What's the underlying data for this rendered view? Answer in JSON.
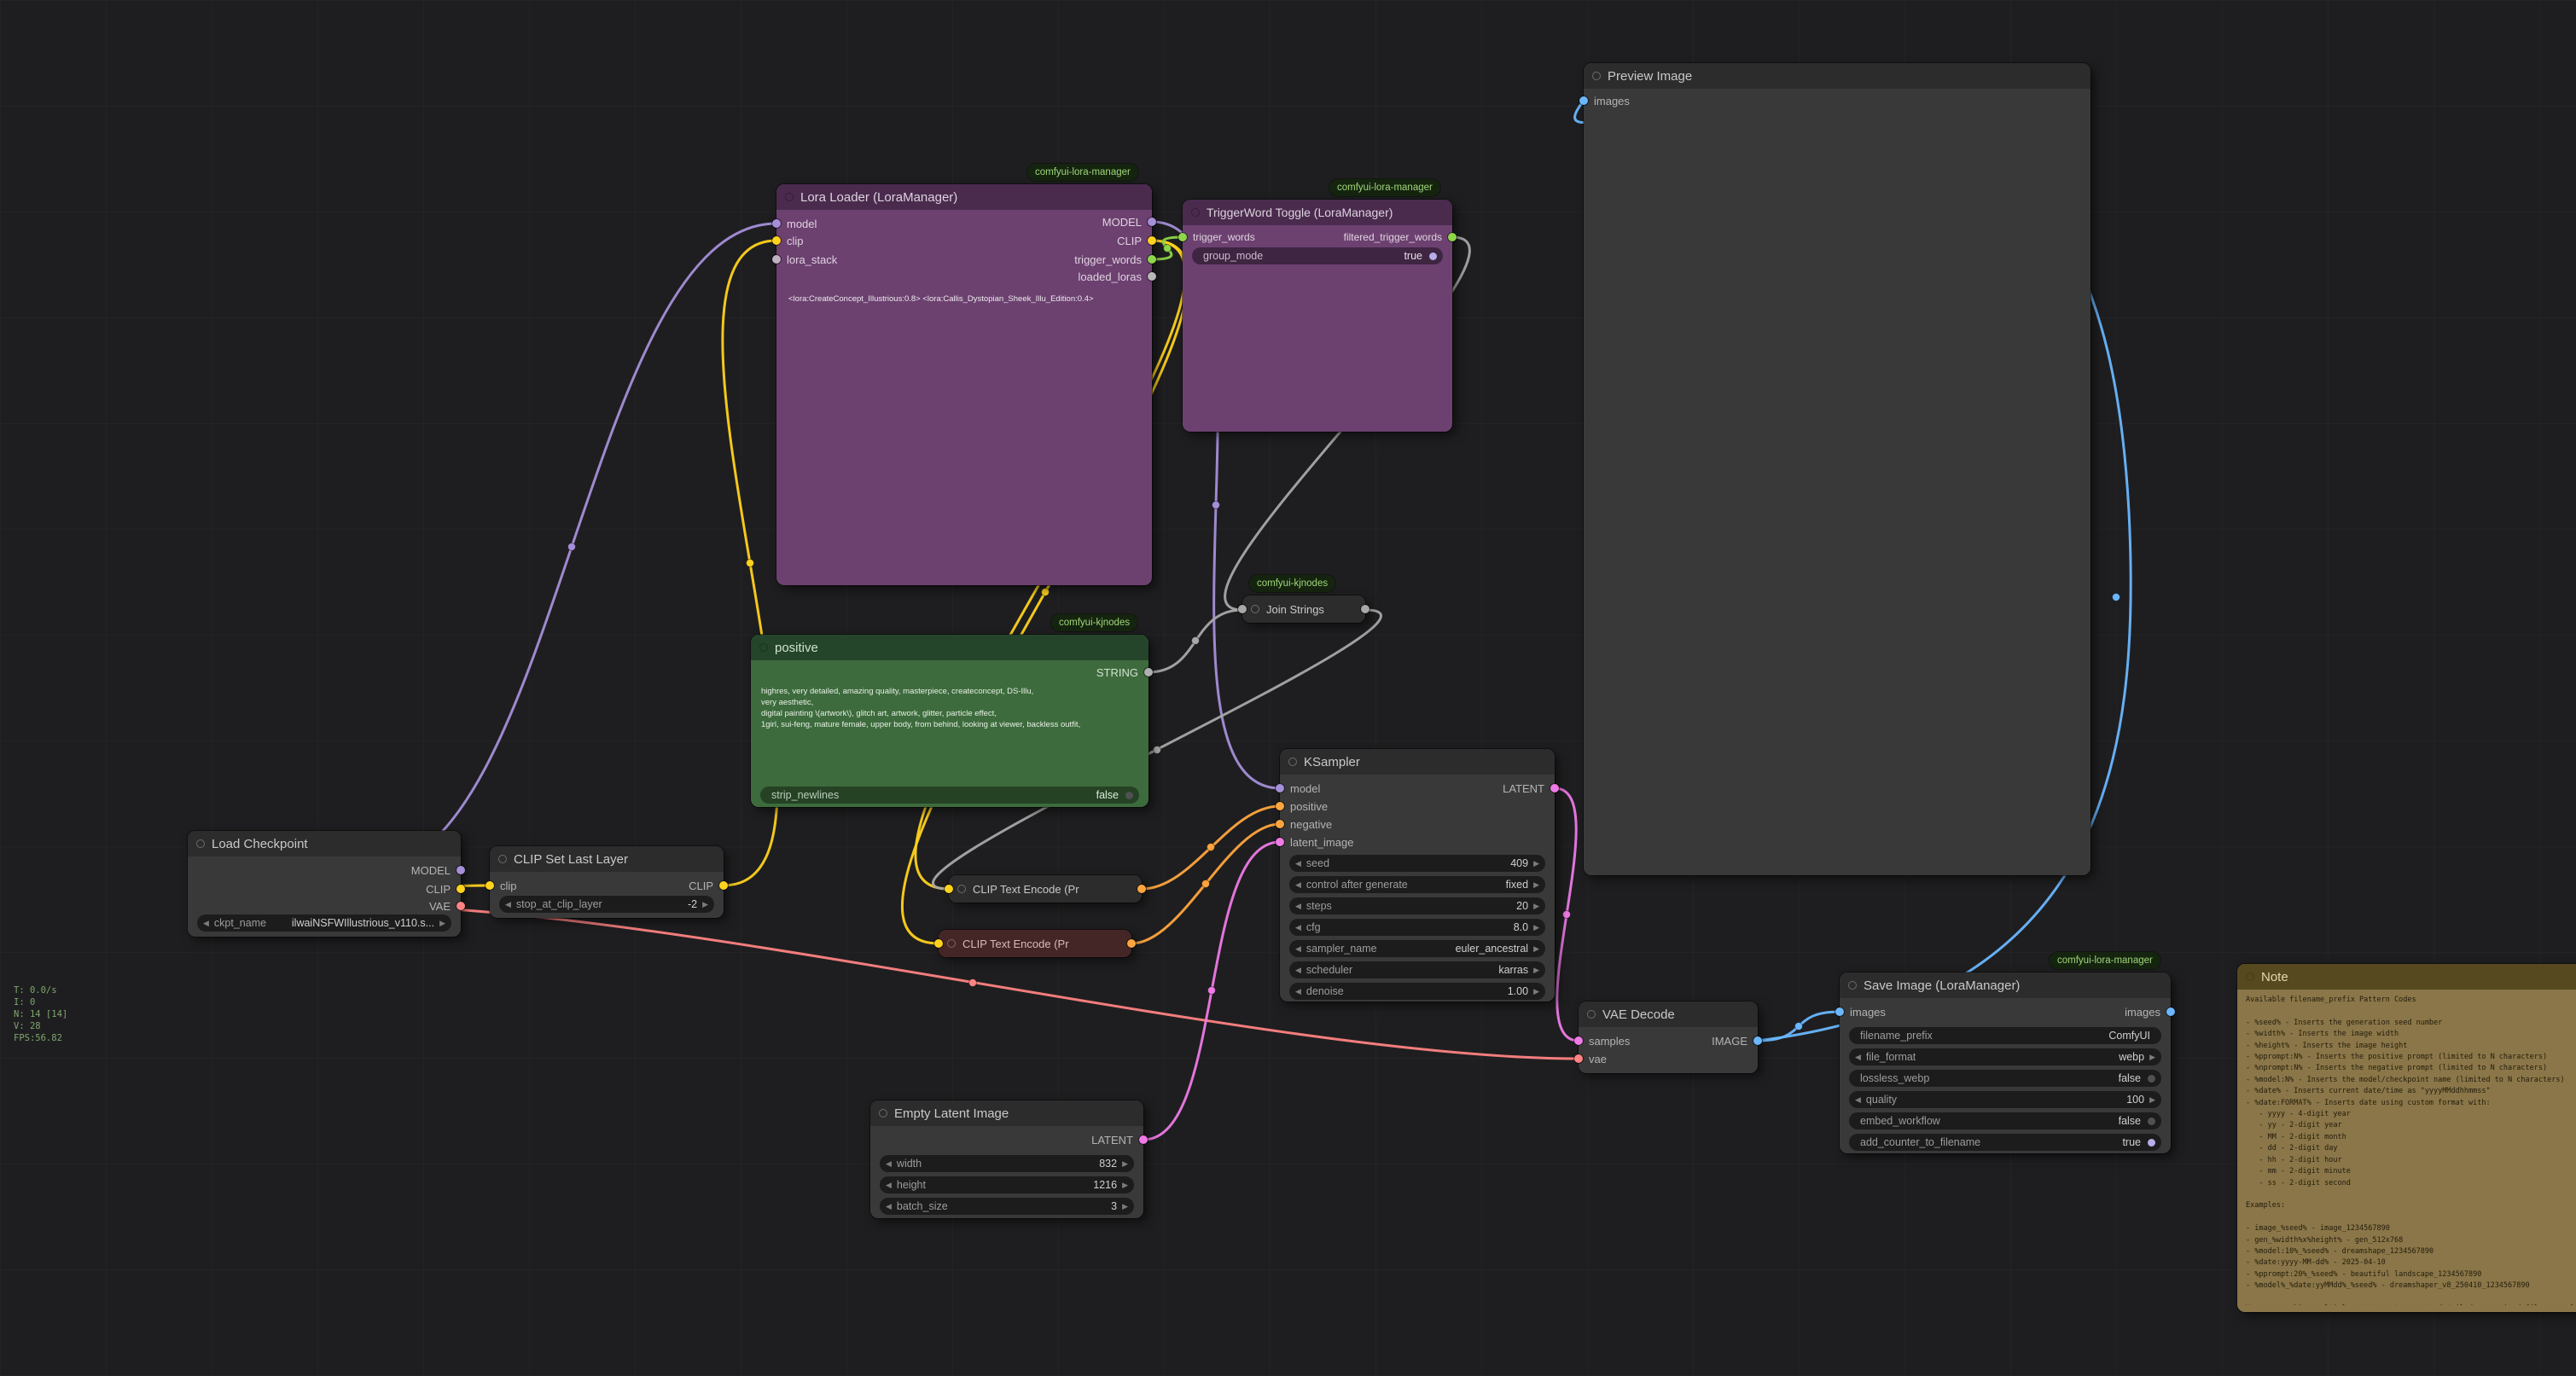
{
  "stats": {
    "lines": [
      "T: 0.0/s",
      "I: 0",
      "N: 14 [14]",
      "V: 28",
      "FPS:56.82"
    ]
  },
  "badges": {
    "lora_manager": "comfyui-lora-manager",
    "kjnodes": "comfyui-kjnodes"
  },
  "colors": {
    "model": "#a58fd8",
    "clip": "#ffd21e",
    "vae": "#ff8383",
    "conditioning": "#ffa53e",
    "latent": "#ee7ae6",
    "image": "#6ab7ff",
    "string": "#a8a8a8",
    "trigger": "#8ed649"
  },
  "nodes": {
    "load_checkpoint": {
      "title": "Load Checkpoint",
      "outputs": {
        "model": "MODEL",
        "clip": "CLIP",
        "vae": "VAE"
      },
      "widgets": {
        "ckpt_name": {
          "name": "ckpt_name",
          "value": "ilwaiNSFWIllustrious_v110.s..."
        }
      }
    },
    "clip_set_last_layer": {
      "title": "CLIP Set Last Layer",
      "inputs": {
        "clip": "clip"
      },
      "outputs": {
        "clip": "CLIP"
      },
      "widgets": {
        "stop_at_clip_layer": {
          "name": "stop_at_clip_layer",
          "value": "-2"
        }
      }
    },
    "lora_loader": {
      "title": "Lora Loader (LoraManager)",
      "inputs": {
        "model": "model",
        "clip": "clip",
        "lora_stack": "lora_stack"
      },
      "outputs": {
        "model": "MODEL",
        "clip": "CLIP",
        "trigger_words": "trigger_words",
        "loaded_loras": "loaded_loras"
      },
      "text": "<lora:CreateConcept_Illustrious:0.8> <lora:Callis_Dystopian_Sheek_Illu_Edition:0.4>"
    },
    "triggerword_toggle": {
      "title": "TriggerWord Toggle (LoraManager)",
      "inputs": {
        "trigger_words": "trigger_words"
      },
      "outputs": {
        "filtered_trigger_words": "filtered_trigger_words"
      },
      "widgets": {
        "group_mode": {
          "name": "group_mode",
          "value": "true"
        }
      }
    },
    "positive": {
      "title": "positive",
      "outputs": {
        "string": "STRING"
      },
      "text": "highres, very detailed, amazing quality, masterpiece, createconcept, DS-Illu,\nvery aesthetic,\ndigital painting \\(artwork\\), glitch art, artwork, glitter, particle effect,\n1girl, sui-feng, mature female, upper body, from behind, looking at viewer, backless outfit,",
      "widgets": {
        "strip_newlines": {
          "name": "strip_newlines",
          "value": "false"
        }
      }
    },
    "join_strings": {
      "title": "Join Strings"
    },
    "clip_text_encode_1": {
      "title": "CLIP Text Encode (Pr"
    },
    "clip_text_encode_2": {
      "title": "CLIP Text Encode (Pr"
    },
    "ksampler": {
      "title": "KSampler",
      "inputs": {
        "model": "model",
        "positive": "positive",
        "negative": "negative",
        "latent_image": "latent_image"
      },
      "outputs": {
        "latent": "LATENT"
      },
      "widgets": {
        "seed": {
          "name": "seed",
          "value": "409"
        },
        "control": {
          "name": "control after generate",
          "value": "fixed"
        },
        "steps": {
          "name": "steps",
          "value": "20"
        },
        "cfg": {
          "name": "cfg",
          "value": "8.0"
        },
        "sampler_name": {
          "name": "sampler_name",
          "value": "euler_ancestral"
        },
        "scheduler": {
          "name": "scheduler",
          "value": "karras"
        },
        "denoise": {
          "name": "denoise",
          "value": "1.00"
        }
      }
    },
    "empty_latent": {
      "title": "Empty Latent Image",
      "outputs": {
        "latent": "LATENT"
      },
      "widgets": {
        "width": {
          "name": "width",
          "value": "832"
        },
        "height": {
          "name": "height",
          "value": "1216"
        },
        "batch_size": {
          "name": "batch_size",
          "value": "3"
        }
      }
    },
    "vae_decode": {
      "title": "VAE Decode",
      "inputs": {
        "samples": "samples",
        "vae": "vae"
      },
      "outputs": {
        "image": "IMAGE"
      }
    },
    "save_image": {
      "title": "Save Image (LoraManager)",
      "inputs": {
        "images": "images"
      },
      "outputs": {
        "images": "images"
      },
      "widgets": {
        "filename_prefix": {
          "name": "filename_prefix",
          "value": "ComfyUI"
        },
        "file_format": {
          "name": "file_format",
          "value": "webp"
        },
        "lossless_webp": {
          "name": "lossless_webp",
          "value": "false"
        },
        "quality": {
          "name": "quality",
          "value": "100"
        },
        "embed_workflow": {
          "name": "embed_workflow",
          "value": "false"
        },
        "add_counter": {
          "name": "add_counter_to_filename",
          "value": "true"
        }
      }
    },
    "preview_image": {
      "title": "Preview Image",
      "inputs": {
        "images": "images"
      }
    },
    "note": {
      "title": "Note",
      "text": "Available filename_prefix Pattern Codes\n\n- %seed% - Inserts the generation seed number\n- %width% - Inserts the image width\n- %height% - Inserts the image height\n- %pprompt:N% - Inserts the positive prompt (limited to N characters)\n- %nprompt:N% - Inserts the negative prompt (limited to N characters)\n- %model:N% - Inserts the model/checkpoint name (limited to N characters)\n- %date% - Inserts current date/time as \"yyyyMMddhhmmss\"\n- %date:FORMAT% - Inserts date using custom format with:\n   - yyyy - 4-digit year\n   - yy - 2-digit year\n   - MM - 2-digit month\n   - dd - 2-digit day\n   - hh - 2-digit hour\n   - mm - 2-digit minute\n   - ss - 2-digit second\n\nExamples:\n\n- image_%seed% - image_1234567890\n- gen_%width%x%height% - gen_512x768\n- %model:10%_%seed% - dreamshape_1234567890\n- %date:yyyy-MM-dd% - 2025-04-10\n- %pprompt:20%_%seed% - beautiful landscape_1234567890\n- %model%_%date:yyMMdd%_%seed% - dreamshaper_v8_250410_1234567890\n\nYou can combine multiple patterns to create detailed, organized filenames for you"
    }
  }
}
